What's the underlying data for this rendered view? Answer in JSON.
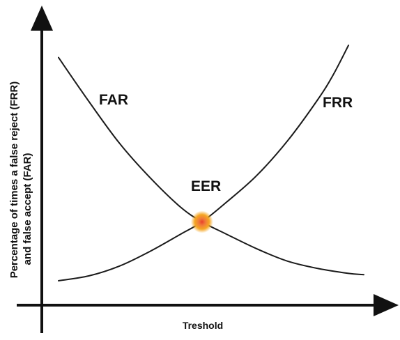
{
  "chart_data": {
    "type": "line",
    "title": "",
    "xlabel": "Treshold",
    "ylabel_lines": [
      "Percentage of times a false reject (FRR)",
      "and false accept (FAR)"
    ],
    "xlim": [
      0,
      1
    ],
    "ylim": [
      0,
      1
    ],
    "grid": false,
    "series": [
      {
        "name": "FAR",
        "color": "#1a1a1a",
        "x": [
          0.0,
          0.1,
          0.2,
          0.3,
          0.4,
          0.47,
          0.55,
          0.65,
          0.75,
          0.85,
          0.95,
          1.0
        ],
        "y": [
          0.93,
          0.75,
          0.58,
          0.44,
          0.32,
          0.26,
          0.21,
          0.15,
          0.1,
          0.07,
          0.05,
          0.045
        ]
      },
      {
        "name": "FRR",
        "color": "#1a1a1a",
        "x": [
          0.0,
          0.1,
          0.2,
          0.3,
          0.4,
          0.47,
          0.55,
          0.65,
          0.75,
          0.85,
          0.9,
          0.95
        ],
        "y": [
          0.02,
          0.04,
          0.08,
          0.14,
          0.21,
          0.26,
          0.34,
          0.45,
          0.59,
          0.76,
          0.86,
          0.98
        ]
      }
    ],
    "annotations": [
      {
        "text": "EER",
        "x": 0.47,
        "y": 0.26,
        "marker_color": "#f5a623",
        "marker_core": "#e8402a"
      }
    ]
  }
}
